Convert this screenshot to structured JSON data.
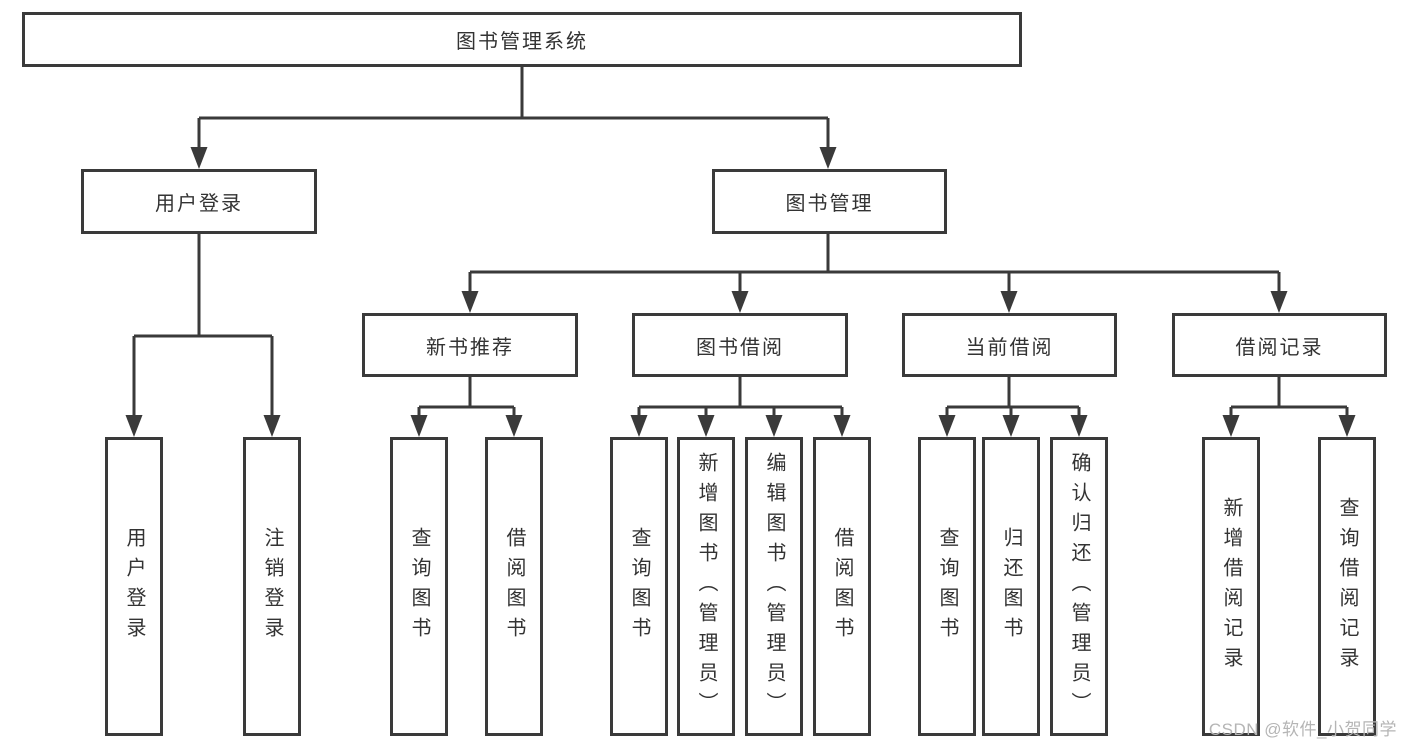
{
  "colors": {
    "line": "#3a3a3a",
    "text": "#333333",
    "watermark": "#b5b5b5",
    "background": "#ffffff"
  },
  "tree": {
    "root": {
      "label": "图书管理系统"
    },
    "branches": [
      {
        "label": "用户登录",
        "leaves": [
          {
            "label": "用户登录"
          },
          {
            "label": "注销登录"
          }
        ]
      },
      {
        "label": "图书管理",
        "groups": [
          {
            "label": "新书推荐",
            "leaves": [
              {
                "label": "查询图书"
              },
              {
                "label": "借阅图书"
              }
            ]
          },
          {
            "label": "图书借阅",
            "leaves": [
              {
                "label": "查询图书"
              },
              {
                "label": "新增图书（管理员）"
              },
              {
                "label": "编辑图书（管理员）"
              },
              {
                "label": "借阅图书"
              }
            ]
          },
          {
            "label": "当前借阅",
            "leaves": [
              {
                "label": "查询图书"
              },
              {
                "label": "归还图书"
              },
              {
                "label": "确认归还（管理员）"
              }
            ]
          },
          {
            "label": "借阅记录",
            "leaves": [
              {
                "label": "新增借阅记录"
              },
              {
                "label": "查询借阅记录"
              }
            ]
          }
        ]
      }
    ]
  },
  "watermark": {
    "text": "CSDN @软件_小贺同学"
  }
}
